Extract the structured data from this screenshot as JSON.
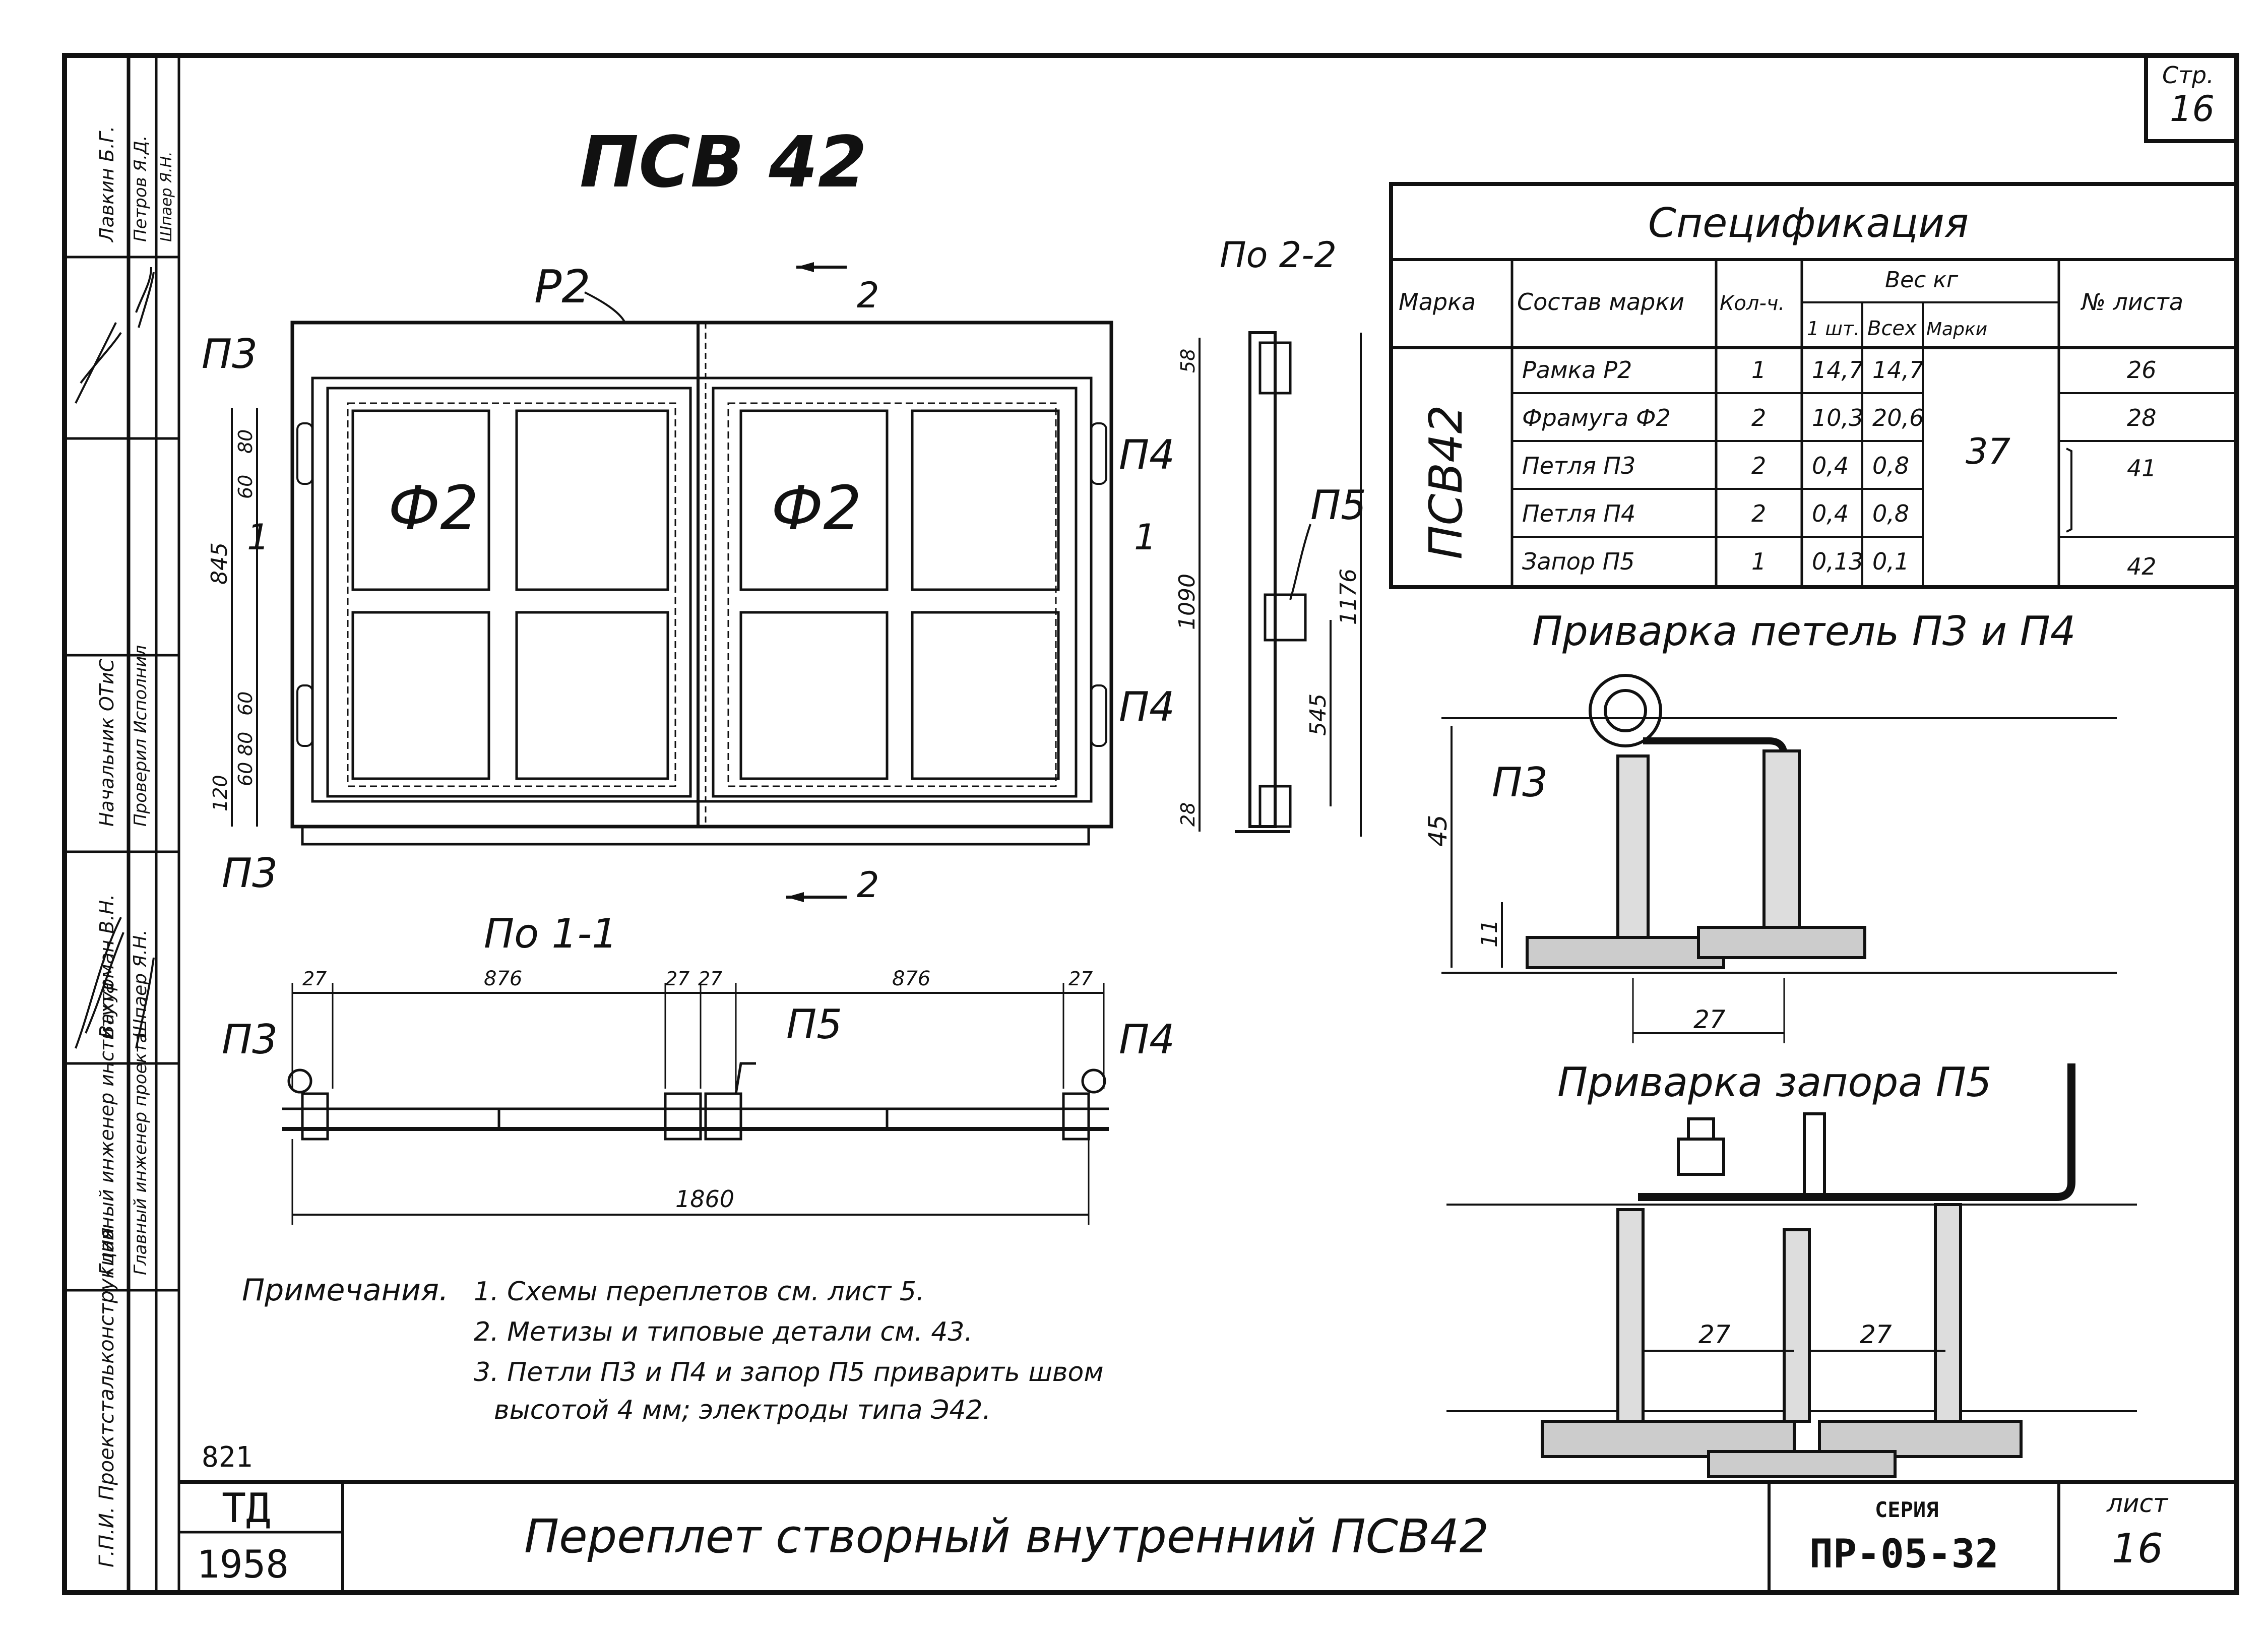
{
  "sheet": {
    "page_corner_label": "Стр.",
    "page_corner_number": "16",
    "title": "ПСВ 42"
  },
  "side_stamp": {
    "col1": [
      "Г.П.И. Проектстальконструкция",
      "Главный инженер института",
      "Вахурман В.Н.",
      "Начальник ОТиС",
      "Лавкин Б.Г."
    ],
    "col2": [
      "Главный инженер проекта",
      "Шпаер Я.Н.",
      "Проверил Исполнил",
      "Петров Я.Д."
    ],
    "col3": [
      "Шпаер Я.Н."
    ]
  },
  "front_view": {
    "frame_label": "Р2",
    "sash_labels": [
      "Ф2",
      "Ф2"
    ],
    "hinge_labels": [
      "П3",
      "П3",
      "П4",
      "П4"
    ],
    "section_mark": "2",
    "section_mark_1": "1",
    "dims_left": [
      "80",
      "60",
      "845",
      "60",
      "80",
      "60",
      "120"
    ],
    "dims_right": [
      "58",
      "1090",
      "28"
    ]
  },
  "side_view": {
    "title": "По 2-2",
    "latch_label": "П5",
    "dims": [
      "1176",
      "545"
    ]
  },
  "plan_view": {
    "title": "По 1-1",
    "labels": [
      "П3",
      "П5",
      "П4"
    ],
    "dims_top": [
      "27",
      "876",
      "27",
      "27",
      "876",
      "27"
    ],
    "dim_total": "1860"
  },
  "spec_table": {
    "title": "Спецификация",
    "headers": {
      "mark": "Марка",
      "composition": "Состав марки",
      "qty": "Кол-ч.",
      "weight": "Вес кг",
      "w_one": "1 шт.",
      "w_all": "Всех",
      "w_mark": "Марки",
      "sheet_no": "№ листа"
    },
    "mark": "ПСВ42",
    "total_mark_weight": "37",
    "rows": [
      {
        "item": "Рамка Р2",
        "qty": "1",
        "one": "14,7",
        "all": "14,7",
        "sheet": "26"
      },
      {
        "item": "Фрамуга Ф2",
        "qty": "2",
        "one": "10,3",
        "all": "20,6",
        "sheet": "28"
      },
      {
        "item": "Петля П3",
        "qty": "2",
        "one": "0,4",
        "all": "0,8",
        "sheet": "41"
      },
      {
        "item": "Петля П4",
        "qty": "2",
        "one": "0,4",
        "all": "0,8",
        "sheet": ""
      },
      {
        "item": "Запор П5",
        "qty": "1",
        "one": "0,13",
        "all": "0,1",
        "sheet": "42"
      }
    ]
  },
  "detail_hinge": {
    "title": "Приварка петель П3 и П4",
    "label": "П3",
    "dims": [
      "45",
      "11",
      "27"
    ]
  },
  "detail_latch": {
    "title": "Приварка запора П5",
    "dims": [
      "27",
      "27"
    ]
  },
  "notes": {
    "heading": "Примечания.",
    "items": [
      "1. Схемы переплетов см. лист 5.",
      "2. Метизы и типовые детали см. 43.",
      "3. Петли П3 и П4 и запор П5 приварить швом",
      "высотой 4 мм; электроды типа Э42."
    ]
  },
  "title_block": {
    "code": "821",
    "org": "ТД",
    "year": "1958",
    "drawing_name": "Переплет створный внутренний ПСВ42",
    "series_label": "СЕРИЯ",
    "series": "ПР-05-32",
    "sheet_label": "лист",
    "sheet_no": "16"
  }
}
